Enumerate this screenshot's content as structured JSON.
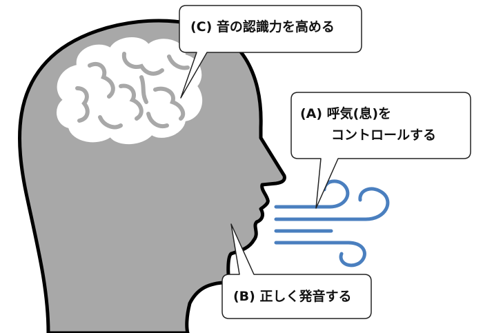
{
  "callouts": {
    "c": {
      "label": "(C) 音の認識力を高める"
    },
    "a": {
      "line1": "(A) 呼気(息)を",
      "line2": "コントロールする"
    },
    "b": {
      "label": "(B) 正しく発音する"
    }
  },
  "colors": {
    "head_fill": "#a8a8a8",
    "outline": "#000000",
    "brain": "#ffffff",
    "breath": "#4a7fbf",
    "bubble_fill": "#ffffff",
    "bubble_border": "#222222"
  },
  "icons": [
    "head-silhouette",
    "brain-icon",
    "breath-wind-icon"
  ]
}
